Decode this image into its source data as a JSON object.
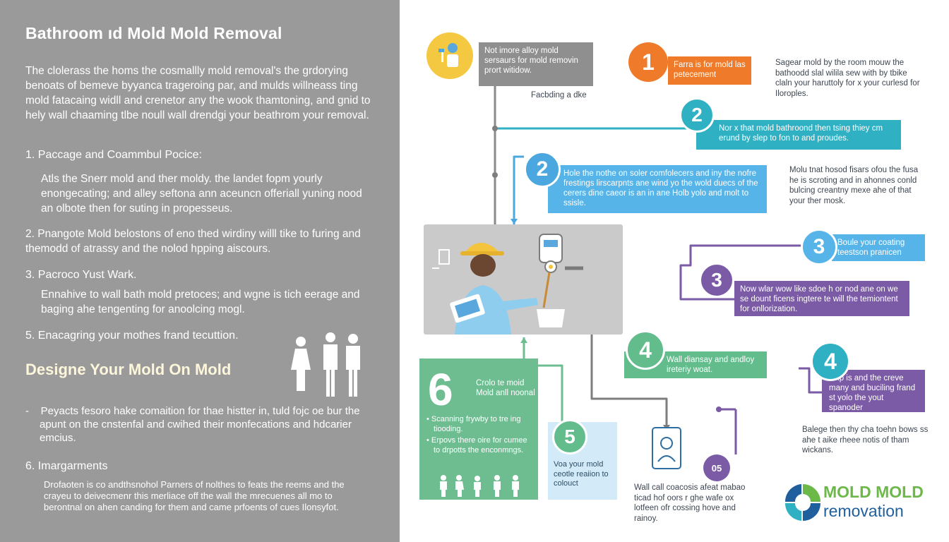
{
  "left": {
    "title": "Bathroom ıd Mold Mold Removal",
    "intro": "The clolerass the homs the cosmallly mold removal's the grdorying benoats of bemeve byyanca trageroing par, and mulds willneass ting mold fatacaing widll and crenetor any the wook thamtoning, and gnid to hely wall chaaming tlbe noull wall drendgi your beathrom your removal.",
    "item1_heading": "1. Paccage and Coammbul Pocice:",
    "item1_body": "Atls the Snerr mold and ther moldy. the landet fopm yourly enongecating; and alley seftona ann aceuncn offeriall yuning nood an olbote then for suting in propesseus.",
    "item2": "2. Pnangote Mold belostons of eno thed wirdiny willl tike to furing and themodd of atrassy and the nolod hpping aiscours.",
    "item3_heading": "3. Pacroco Yust Wark.",
    "item3_body": "Ennahive to wall bath mold pretoces; and wgne is tich eerage and baging ahe tengenting for anoolcing mogl.",
    "item5": "5. Enacagring your mothes frand tecuttion.",
    "section_title": "Designe Your Mold On Mold",
    "bullet": "Peyacts fesoro hake comaition for thae histter in, tuld fojc oe bur the apunt on the cnstenfal and cwihed their monfecations and hdcarier emcius.",
    "item6_heading": "6. Imargarments",
    "item6_body": "Drofaoten is co andthsnohol Parners of nolthes to feats the reems and the crayeu to deivecmenr this merliace off the wall the mrecuenes all mo to berontnal on ahen canding for them and came prfoents of cues Ilonsyfot."
  },
  "diagram": {
    "top_gray": "Not imore alloy mold sersaurs for mold removin prort witidow.",
    "top_gray_caption": "Facbding a dke",
    "step1_num": "1",
    "step1_text": "Farra is for mold las petecement",
    "step1_side": "Sagear mold by the room mouw the bathoodd slal wilila sew with by tbike claln your haruttoly for x your curlesd for Iloroples.",
    "step2a_num": "2",
    "step2a_text": "Nor x that mold bathroond then tsing thiey cm erund by slep to fon to and proudes.",
    "step2b_num": "2",
    "step2b_text": "Hole the nothe on soler comfolecers and iny the nofre frestings lirscarpnts ane wind yo the wold duecs of the cerers dine caeor is an in ane Holb yolo and molt to ssisle.",
    "step2b_side": "Molu tnat hosod fisars ofou the fusa he is scroting and in ahonnes conld bulcing creantny mexe ahe of that your ther mosk.",
    "step3a_num": "3",
    "step3a_text": "Boule your coating teestson pranicen",
    "step3b_num": "3",
    "step3b_text": "Now wlar wow like sdoe h or nod ane on we se dount ficens ingtere te will the temiontent for onllorization.",
    "step4a_num": "4",
    "step4a_text": "Wall diansay and andloy ireteriy woat.",
    "step4b_num": "4",
    "step4b_text": "Tolp is and the creve many and buciling frand st yolo the yout spanoder",
    "step4b_side": "Balege then thy cha toehn bows ss ahe t aike rheee notis of tham wickans.",
    "step6_num": "6",
    "step6_title": "Crolo te moid Mold anll noonal",
    "step6_bullet1": "Scanning frywby to tre ing tiooding.",
    "step6_bullet2": "Erpovs there oire for cumee to drpotts the enconmngs.",
    "step5_num": "5",
    "step5_text": "Voa your mold ceotle reaiion to colouct",
    "step05_num": "05",
    "bottom_text": "Wall call coacosis afeat mabao ticad hof oors r ghe wafe ox lotfeen ofr cossing hove and rainoy.",
    "logo_line1": "MOLD MOLD",
    "logo_line2": "removation"
  },
  "colors": {
    "left_bg": "#9a9a9a",
    "orange": "#ef7b2a",
    "teal": "#2fb0c3",
    "blue": "#4aa7e0",
    "purple": "#7b5aa6",
    "green": "#6dbd91",
    "gray_line": "#808080"
  }
}
